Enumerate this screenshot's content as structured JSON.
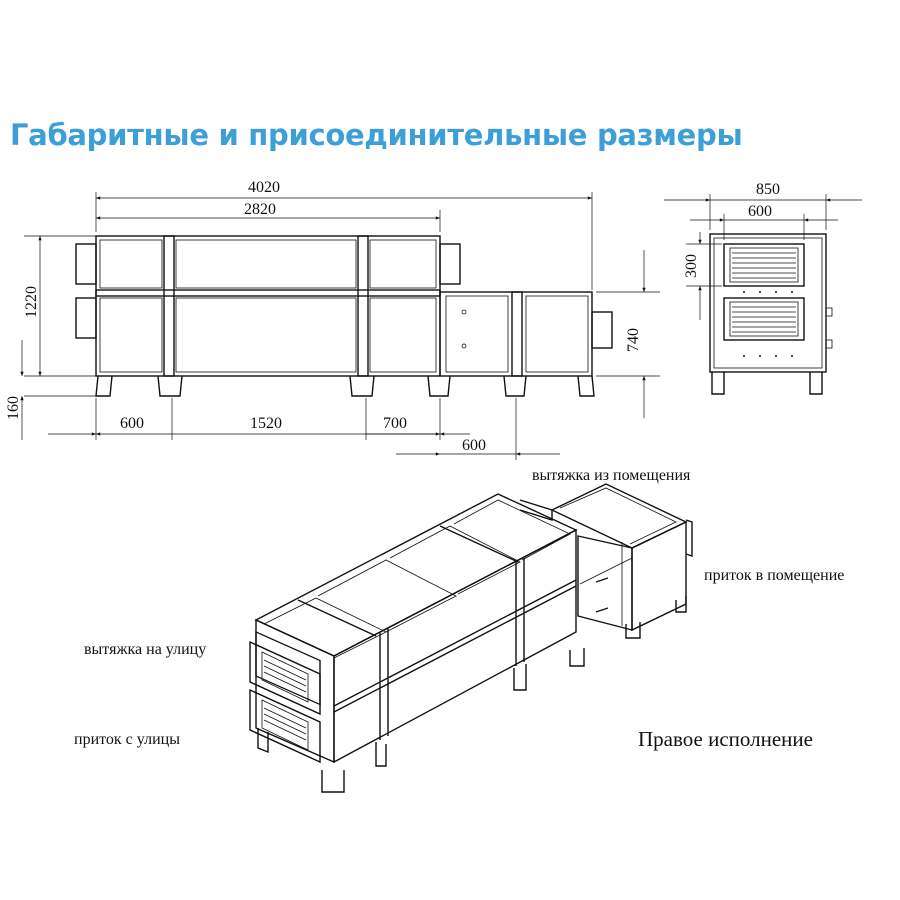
{
  "title": "Габаритные и присоединительные размеры",
  "front_view": {
    "dim_total": "4020",
    "dim_main": "2820",
    "dim_height": "1220",
    "dim_legs": "160",
    "dim_seg1": "600",
    "dim_seg2": "1520",
    "dim_seg3": "700",
    "dim_seg4": "600",
    "dim_right_height": "740"
  },
  "side_view": {
    "dim_width": "850",
    "dim_inner": "600",
    "dim_grille": "300"
  },
  "labels": {
    "exhaust_from_room": "вытяжка из помещения",
    "supply_to_room": "приток в помещение",
    "exhaust_to_street": "вытяжка на улицу",
    "supply_from_street": "приток с улицы",
    "version": "Правое исполнение"
  }
}
